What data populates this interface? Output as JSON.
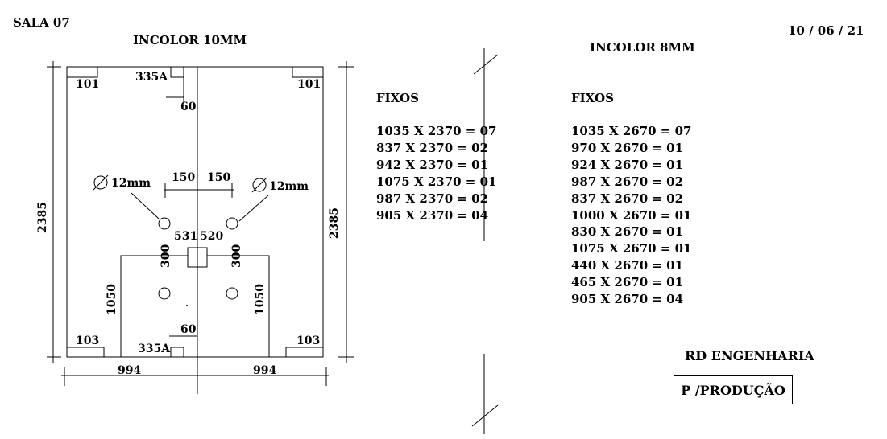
{
  "header": {
    "room": "SALA 07",
    "date": "10 / 06 / 21"
  },
  "left_panel": {
    "title": "INCOLOR 10MM",
    "dims": {
      "height_left": "2385",
      "height_right": "2385",
      "width_left": "994",
      "width_right": "994",
      "top_offset": "60",
      "bottom_offset": "60",
      "hole_spacing_left": "150",
      "hole_spacing_right": "150",
      "hole_dia_left": "12mm",
      "hole_dia_right": "12mm",
      "center_left": "531",
      "center_right": "520",
      "mid_left": "300",
      "mid_right": "300",
      "lower_left": "1050",
      "lower_right": "1050"
    },
    "fittings": {
      "top_left": "101",
      "top_right": "101",
      "top_center": "335A",
      "bottom_left": "103",
      "bottom_right": "103",
      "bottom_center": "335A"
    }
  },
  "fixed_10mm": {
    "heading": "FIXOS",
    "rows": [
      "1035 X 2370 = 07",
      "837 X 2370 = 02",
      "942 X 2370 = 01",
      "1075 X 2370 = 01",
      "987 X 2370 = 02",
      "905 X 2370 = 04"
    ]
  },
  "right_panel": {
    "title": "INCOLOR 8MM",
    "heading": "FIXOS",
    "rows": [
      "1035 X 2670 = 07",
      "970 X 2670 = 01",
      "924 X 2670 = 01",
      "987 X 2670 = 02",
      "837 X 2670 = 02",
      "1000 X 2670 = 01",
      "830 X 2670 = 01",
      "1075 X 2670 = 01",
      "440 X 2670 = 01",
      "465 X 2670 = 01",
      "905 X 2670 = 04"
    ]
  },
  "footer": {
    "company": "RD ENGENHARIA",
    "stamp": "P /PRODUÇÃO"
  }
}
